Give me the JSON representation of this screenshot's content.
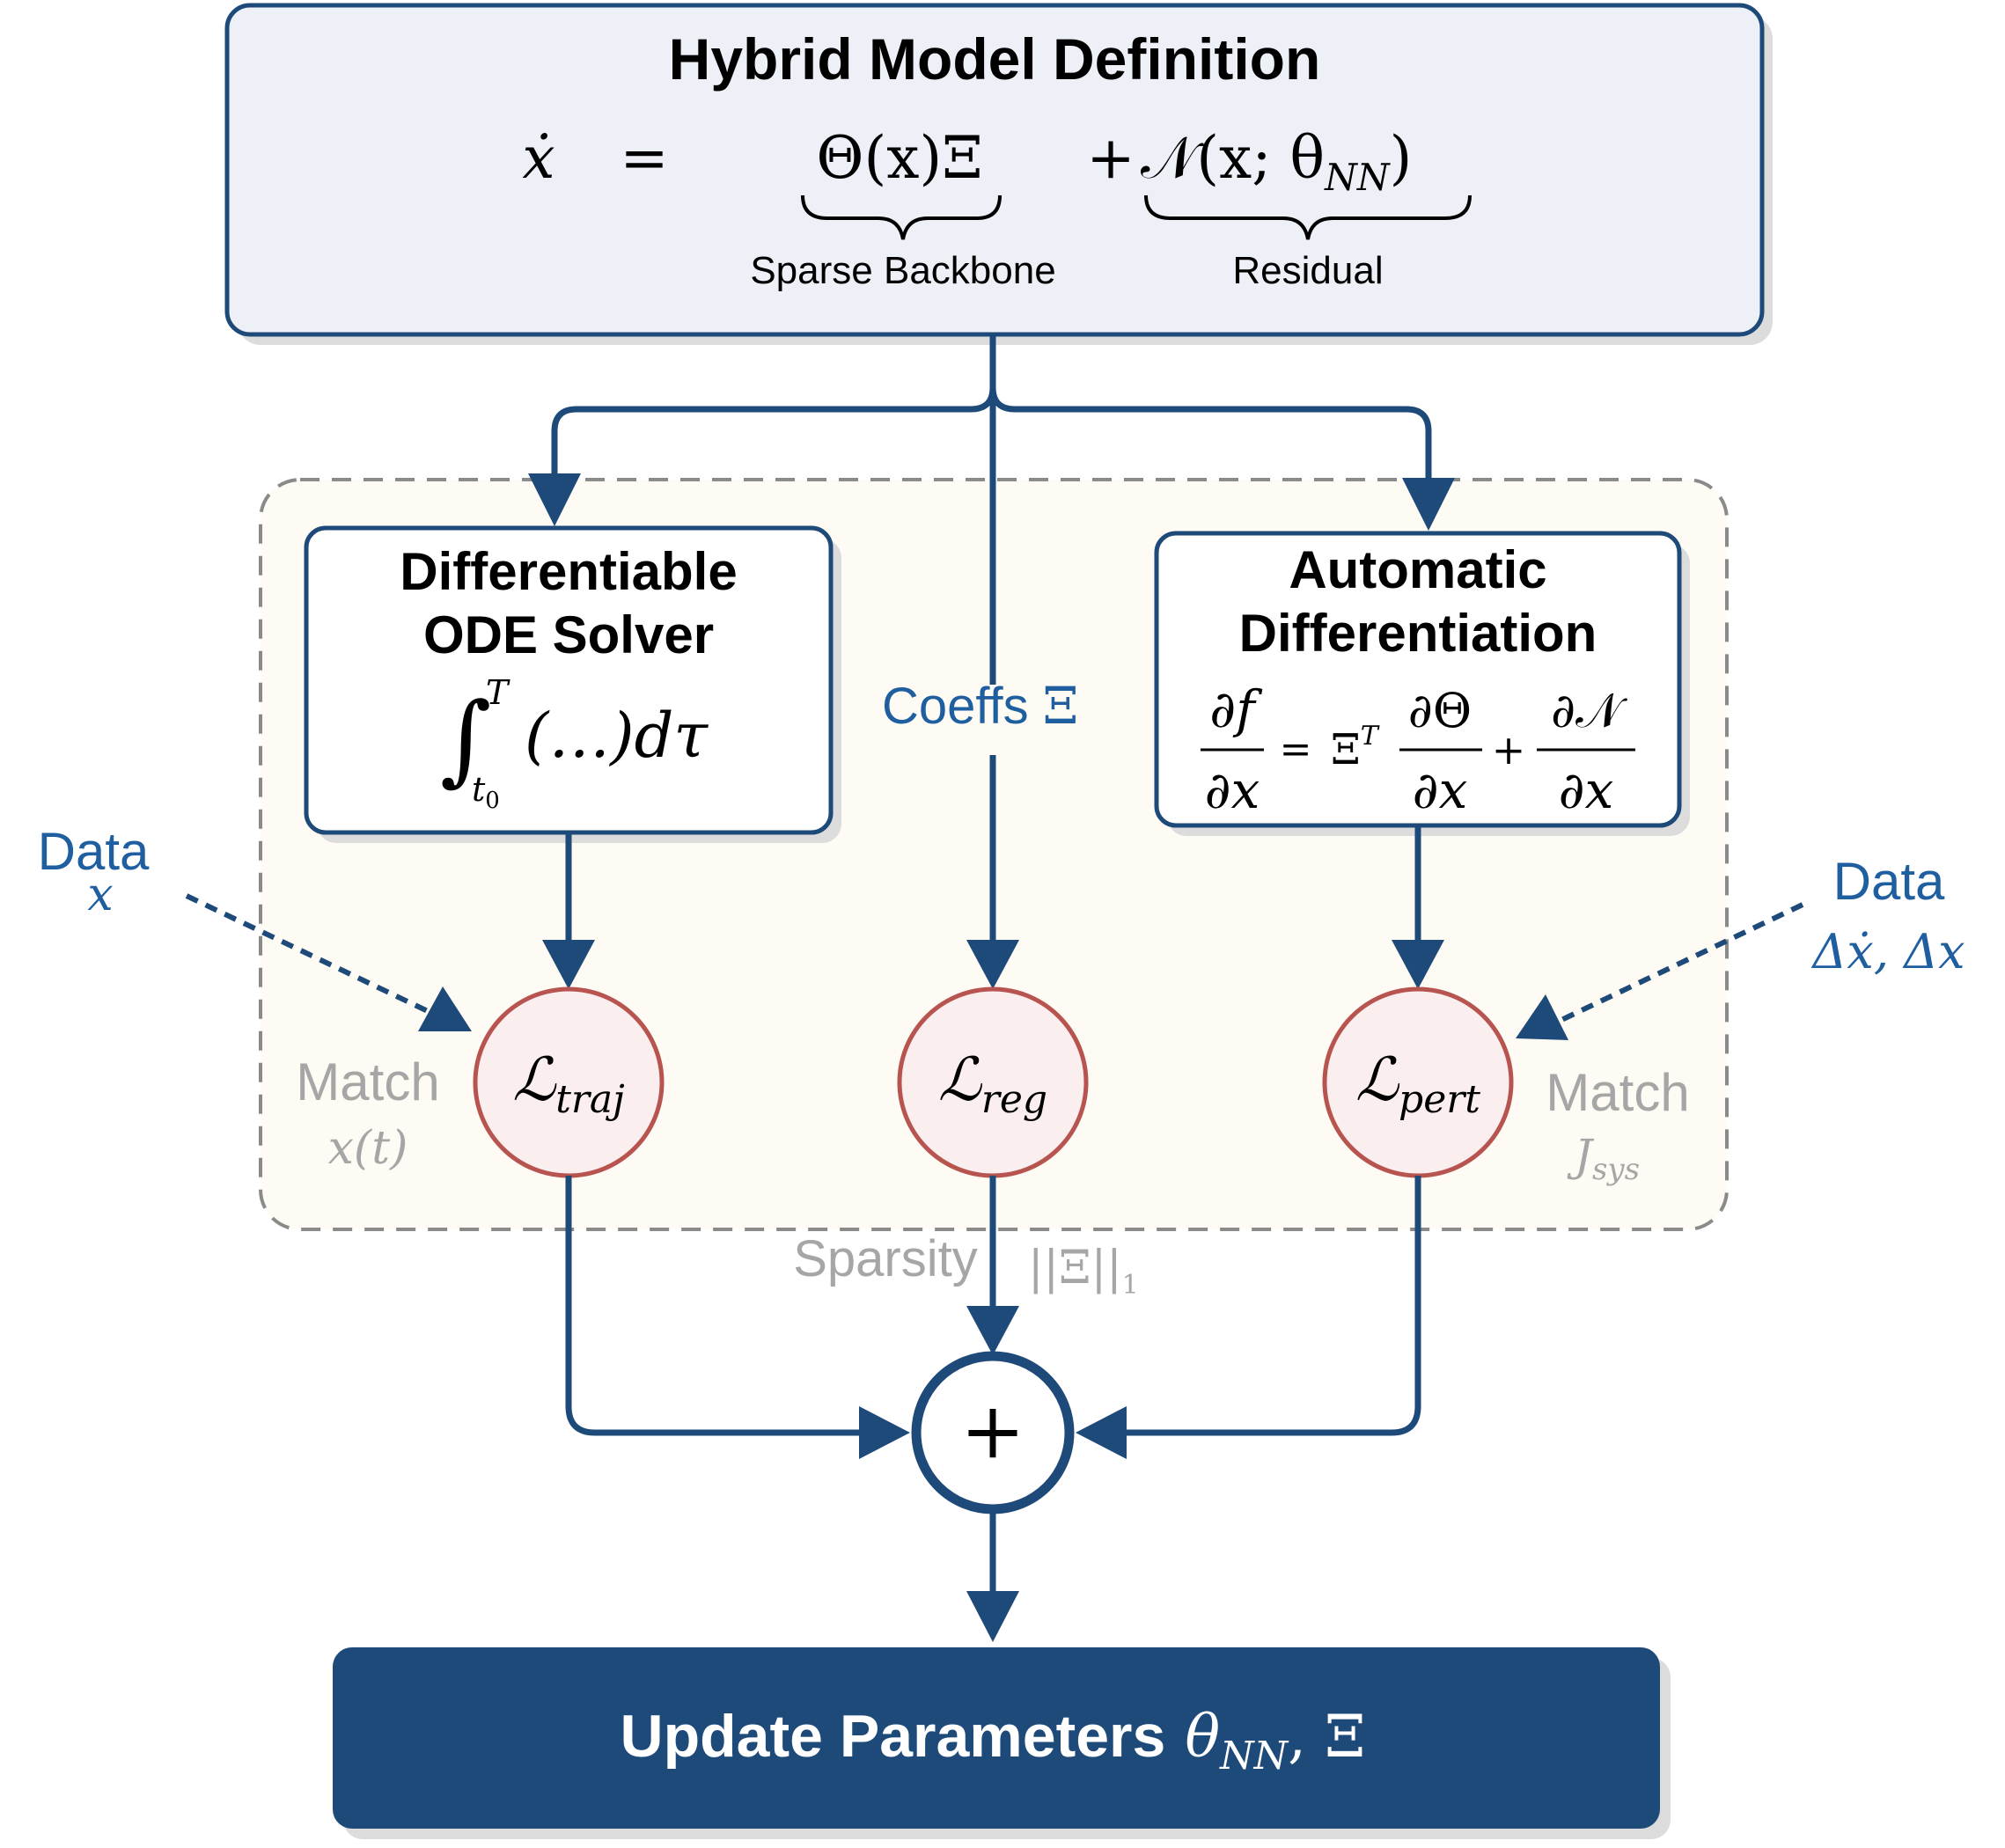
{
  "top_box": {
    "title": "Hybrid Model Definition",
    "eq_lhs": "ẋ",
    "eq_equals": "=",
    "eq_term1": "Θ(x)Ξ",
    "eq_plus": "+",
    "eq_term2": "𝒩(x; θ",
    "eq_term2_sub": "NN",
    "eq_term2_close": ")",
    "brace_label1": "Sparse  Backbone",
    "brace_label2": "Residual"
  },
  "ode_box": {
    "title_line1": "Differentiable",
    "title_line2": "ODE Solver",
    "integral": "∫",
    "upper_limit": "T",
    "lower_limit": "t",
    "lower_limit_sub": "0",
    "integrand": "(…)dτ"
  },
  "ad_box": {
    "title_line1": "Automatic",
    "title_line2": "Differentiation",
    "frac1_num": "∂f",
    "frac1_den": "∂x",
    "equals": "=",
    "xi": "Ξ",
    "xi_sup": "T",
    "frac2_num": "∂Θ",
    "frac2_den": "∂x",
    "plus": "+",
    "frac3_num": "∂𝒩",
    "frac3_den": "∂x"
  },
  "center_label": {
    "text": "Coeffs",
    "symbol": "Ξ"
  },
  "data_left": {
    "title": "Data",
    "symbol": "x"
  },
  "data_right": {
    "title": "Data",
    "symbol": "Δẋ, Δx"
  },
  "losses": [
    {
      "symbol": "ℒ",
      "sub": "traj"
    },
    {
      "symbol": "ℒ",
      "sub": "reg"
    },
    {
      "symbol": "ℒ",
      "sub": "pert"
    }
  ],
  "match_left": {
    "text": "Match",
    "symbol": "x(t)"
  },
  "match_right": {
    "text": "Match",
    "symbol": "J",
    "symbol_sub": "sys"
  },
  "sparsity": {
    "text": "Sparsity",
    "symbol": "||Ξ||",
    "symbol_sub": "1"
  },
  "sum_node": {
    "symbol": "+"
  },
  "update_box": {
    "text": "Update Parameters",
    "symbol": "θ",
    "symbol_sub": "NN",
    "symbol_tail": ", Ξ"
  },
  "colors": {
    "navy": "#1e4a7a",
    "data_blue": "#1f5fa0",
    "top_fill": "#eef0f8",
    "loss_fill": "#fbeeee",
    "loss_stroke": "#b85450",
    "region_fill": "#fdfbf3",
    "region_stroke": "#8a8a8a",
    "gray_text": "#a6a6a6",
    "shadow": "#dcdcdc"
  }
}
